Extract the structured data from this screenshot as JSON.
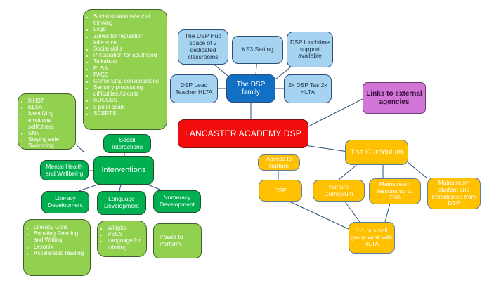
{
  "colors": {
    "dsp_light": "#a6d3ef",
    "dsp_dark": "#1170c4",
    "centre": "#f20c0c",
    "links": "#d176d6",
    "curriculum": "#ffc000",
    "interventions": "#00b050",
    "intervention_lists": "#92d050"
  },
  "centre": {
    "label": "LANCASTER ACADEMY DSP"
  },
  "dsp_family": {
    "label": "The DSP family",
    "hub": "The DSP Hub space of 2 dedicated classrooms",
    "ks3": "KS3 Setting",
    "lunchtime": "DSP lunchtime support available",
    "lead": "DSP Lead Teacher HLTA",
    "tas": "2x DSP Tas 2x HLTA"
  },
  "links_external": {
    "label": "Links to external agencies"
  },
  "curriculum": {
    "label": "The Curriculum",
    "access": "Access to Nurture",
    "dsp": "DSP",
    "nurture": "Nurture Curriculum",
    "mainstream": "Mainstream lessons up to 75%",
    "transitioned": "Mainstream student and transitioned from DSP",
    "group": "1-1 or small group work with HLTA"
  },
  "interventions": {
    "label": "Interventions",
    "social": "Social Interactions",
    "mental": "Mental Health and Wellbeing",
    "literacy": "Literacy Development",
    "language": "Language Development",
    "numeracy": "Numeracy Development",
    "power": "Power to Perform",
    "social_list": [
      "Social situations/social thinking",
      "Lego",
      "Zones for regulation inference",
      "Social skills",
      "Preparation for adulthood",
      "Talkabout",
      "ELSA",
      "PACE",
      "Comic Strip conversations",
      "Sensory processing difficulties /circuits",
      "SOCCSS",
      "5 point scale",
      "SCERTS"
    ],
    "mental_list": [
      "MHST",
      "ELSA",
      "Identifying emotions self/others",
      "SNS",
      "Staying safe",
      "Swimming"
    ],
    "literacy_list": [
      "Literacy Gold",
      "Boosting Reading and Writing",
      "Lexonix",
      "Accelarated reading"
    ],
    "language_list": [
      "Widgits",
      "PECS",
      "Language for thinking"
    ]
  }
}
